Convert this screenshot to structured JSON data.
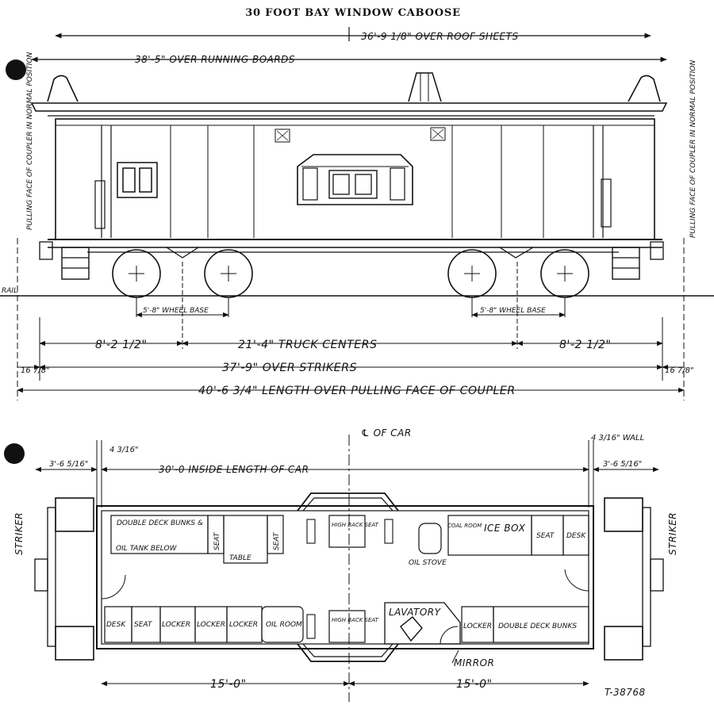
{
  "title": "30 FOOT BAY WINDOW CABOOSE",
  "drawing_number": "T-38768",
  "elevation": {
    "over_roof_sheets": "36'-9 1/8\" OVER ROOF SHEETS",
    "over_running_boards": "38'-5\" OVER RUNNING BOARDS",
    "pulling_face_left": "PULLING FACE OF COUPLER IN NORMAL POSITION",
    "pulling_face_right": "PULLING FACE OF COUPLER IN NORMAL POSITION",
    "rail_label": "RAIL",
    "wheel_base_left": "5'-8\" WHEEL BASE",
    "wheel_base_right": "5'-8\" WHEEL BASE",
    "overhang_left": "8'-2 1/2\"",
    "truck_centers": "21'-4\" TRUCK CENTERS",
    "overhang_right": "8'-2 1/2\"",
    "striker_left": "16 7/8\"",
    "over_strikers": "37'-9\" OVER STRIKERS",
    "striker_right": "16 7/8\"",
    "length_over_coupler": "40'-6 3/4\" LENGTH OVER PULLING FACE OF COUPLER"
  },
  "plan": {
    "centerline": "℄ OF CAR",
    "wall_left": "4 3/16\"",
    "wall_right": "4 3/16\" WALL",
    "end_left": "3'-6 5/16\"",
    "end_right": "3'-6 5/16\"",
    "inside_length": "30'-0 INSIDE LENGTH OF CAR",
    "striker_left": "STRIKER",
    "striker_right": "STRIKER",
    "double_deck_bunks_top": "DOUBLE DECK BUNKS &",
    "oil_tank_below": "OIL TANK BELOW",
    "seat_a": "SEAT",
    "table": "TABLE",
    "seat_b": "SEAT",
    "high_back_seat_top": "HIGH BACK SEAT",
    "oil_stove": "OIL STOVE",
    "coal_room": "COAL ROOM",
    "ice_box": "ICE BOX",
    "seat_c": "SEAT",
    "desk_top": "DESK",
    "desk_bottom": "DESK",
    "seat_d": "SEAT",
    "locker_1": "LOCKER",
    "locker_2": "LOCKER",
    "locker_3": "LOCKER",
    "oil_room": "OIL ROOM",
    "high_back_seat_bottom": "HIGH BACK SEAT",
    "lavatory": "LAVATORY",
    "locker_4": "LOCKER",
    "double_deck_bunks_bottom": "DOUBLE DECK BUNKS",
    "mirror": "MIRROR",
    "dim_left": "15'-0\"",
    "dim_right": "15'-0\""
  }
}
